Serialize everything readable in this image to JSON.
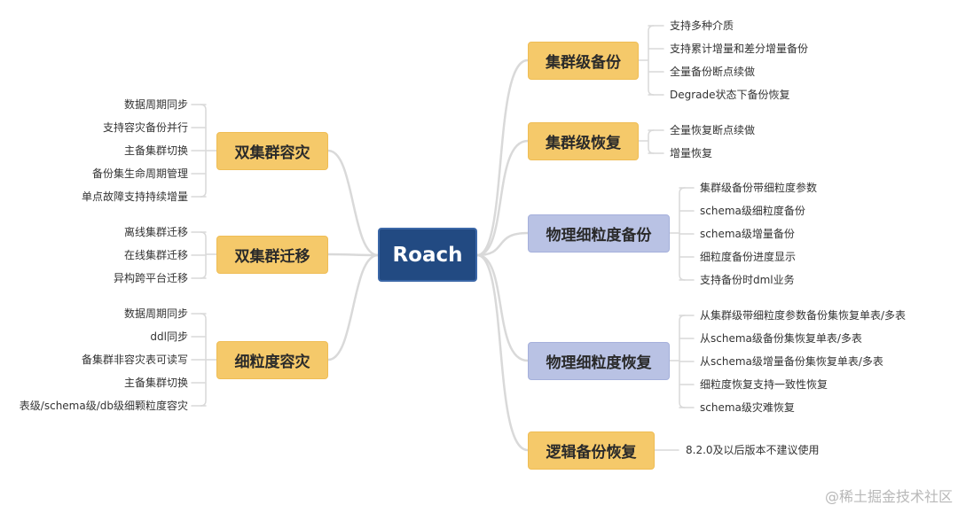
{
  "root": "Roach",
  "right_branches": [
    {
      "label": "集群级备份",
      "children": [
        "支持多种介质",
        "支持累计增量和差分增量备份",
        "全量备份断点续做",
        "Degrade状态下备份恢复"
      ]
    },
    {
      "label": "集群级恢复",
      "children": [
        "全量恢复断点续做",
        "增量恢复"
      ]
    },
    {
      "label": "物理细粒度备份",
      "children": [
        "集群级备份带细粒度参数",
        "schema级细粒度备份",
        "schema级增量备份",
        "细粒度备份进度显示",
        "支持备份时dml业务"
      ]
    },
    {
      "label": "物理细粒度恢复",
      "children": [
        "从集群级带细粒度参数备份集恢复单表/多表",
        "从schema级备份集恢复单表/多表",
        "从schema级增量备份集恢复单表/多表",
        "细粒度恢复支持一致性恢复",
        "schema级灾难恢复"
      ]
    },
    {
      "label": "逻辑备份恢复",
      "children": [
        "8.2.0及以后版本不建议使用"
      ]
    }
  ],
  "left_branches": [
    {
      "label": "双集群容灾",
      "children": [
        "数据周期同步",
        "支持容灾备份并行",
        "主备集群切换",
        "备份集生命周期管理",
        "单点故障支持持续增量"
      ]
    },
    {
      "label": "双集群迁移",
      "children": [
        "离线集群迁移",
        "在线集群迁移",
        "异构跨平台迁移"
      ]
    },
    {
      "label": "细粒度容灾",
      "children": [
        "数据周期同步",
        "ddl同步",
        "备集群非容灾表可读写",
        "主备集群切换",
        "表级/schema级/db级细颗粒度容灾"
      ]
    }
  ],
  "watermark": "@稀土掘金技术社区",
  "colors": {
    "root": "#224a82",
    "branch_yellow": "#f5c96a",
    "branch_purple": "#b9c2e4",
    "line": "#d9d9d9"
  }
}
